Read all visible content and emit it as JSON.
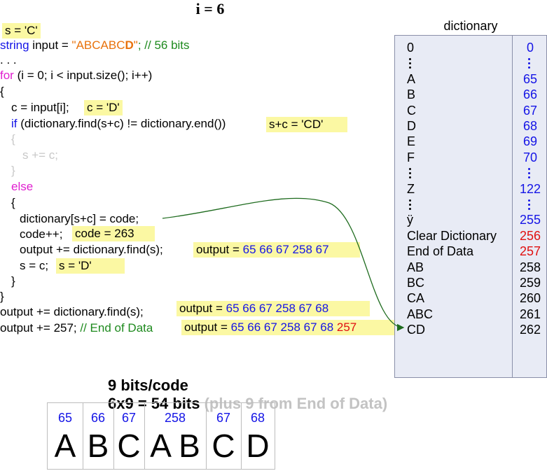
{
  "title": "i = 6",
  "code": {
    "s_init": "s = 'C'",
    "line_input_kw": "string",
    "line_input_mid": " input = ",
    "line_input_str": "\"ABCABC",
    "line_input_str_bold": "D",
    "line_input_str_end": "\"",
    "line_input_comment": "; // 56 bits",
    "ellipsis": ". . .",
    "for_kw": "for",
    "for_rest": " (i = 0; i < input.size(); i++)",
    "open_brace": "{",
    "c_assign": "c = input[i];",
    "c_value": "c = 'D'",
    "if_kw": "if",
    "if_rest": " (dictionary.find(s+c) != dictionary.end())",
    "sc_value": "s+c = 'CD'",
    "inner_open": "{",
    "s_plus_c": "s += c;",
    "inner_close": "}",
    "else_kw": "else",
    "else_open": "{",
    "dict_assign": "dictionary[s+c] = code;",
    "code_inc": "code++;",
    "code_value": "code = 263",
    "output_add": "output += dictionary.find(s);",
    "output_value_label": "output = ",
    "output_value_nums": "65 66 67 258 67",
    "s_assign": "s = c;",
    "s_value": "s = 'D'",
    "else_close": "}",
    "close_brace": "}",
    "final_output": "output += dictionary.find(s);",
    "final_output_value_label": "output = ",
    "final_output_value_nums": "65 66 67 258 67 68",
    "end_output_stmt": "output += 257; ",
    "end_output_comment": "// End of Data",
    "end_output_value_label": "output = ",
    "end_output_value_nums": "65 66 67 258 67 68 ",
    "end_output_value_red": "257"
  },
  "dictionary": {
    "title": "dictionary",
    "rows": [
      {
        "key": "0",
        "value": "0",
        "value_color": "blue"
      },
      {
        "key": "⋮",
        "value": "⋮",
        "value_color": "blue",
        "dots": true
      },
      {
        "key": "A",
        "value": "65",
        "value_color": "blue"
      },
      {
        "key": "B",
        "value": "66",
        "value_color": "blue"
      },
      {
        "key": "C",
        "value": "67",
        "value_color": "blue"
      },
      {
        "key": "D",
        "value": "68",
        "value_color": "blue"
      },
      {
        "key": "E",
        "value": "69",
        "value_color": "blue"
      },
      {
        "key": "F",
        "value": "70",
        "value_color": "blue"
      },
      {
        "key": "⋮",
        "value": "⋮",
        "value_color": "blue",
        "dots": true
      },
      {
        "key": "Z",
        "value": "122",
        "value_color": "blue"
      },
      {
        "key": "⋮",
        "value": "⋮",
        "value_color": "blue",
        "dots": true
      },
      {
        "key": "ÿ",
        "value": "255",
        "value_color": "blue"
      },
      {
        "key": "Clear Dictionary",
        "value": "256",
        "value_color": "red"
      },
      {
        "key": "End of Data",
        "value": "257",
        "value_color": "red"
      },
      {
        "key": "AB",
        "value": "258",
        "value_color": "black"
      },
      {
        "key": "BC",
        "value": "259",
        "value_color": "black"
      },
      {
        "key": "CA",
        "value": "260",
        "value_color": "black"
      },
      {
        "key": "ABC",
        "value": "261",
        "value_color": "black"
      },
      {
        "key": "CD",
        "value": "262",
        "value_color": "black"
      }
    ]
  },
  "summary": {
    "bits_per_code": "9 bits/code",
    "total_bits": "6x9 = 54 bits",
    "note": " (plus 9 from End of Data)"
  },
  "encoded": [
    {
      "code": "65",
      "chars": "A"
    },
    {
      "code": "66",
      "chars": "B"
    },
    {
      "code": "67",
      "chars": "C"
    },
    {
      "code": "258",
      "chars": "A B"
    },
    {
      "code": "67",
      "chars": "C"
    },
    {
      "code": "68",
      "chars": "D"
    }
  ],
  "colors": {
    "keyword": "#1414e6",
    "string": "#e8720c",
    "comment": "#1e8a1e",
    "else": "#e020d0",
    "highlight": "#fbf8a3",
    "arrow": "#1e6b1e"
  }
}
